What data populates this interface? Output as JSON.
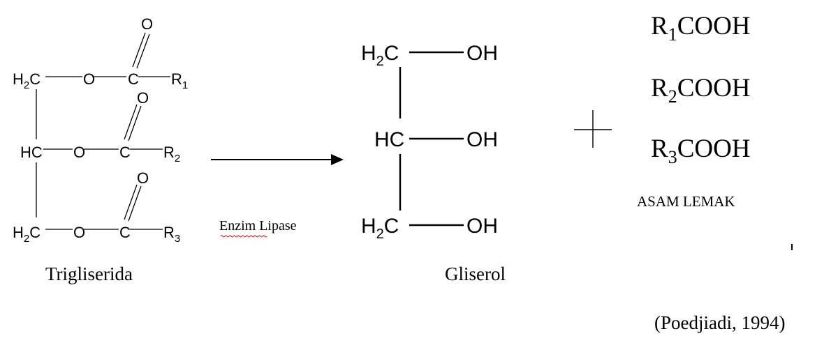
{
  "reactant": {
    "rows": [
      {
        "carbon": "H",
        "carbon_sub": "2",
        "carbon_tail": "C",
        "oxygen": "O",
        "carbonyl_c": "C",
        "carbonyl_o": "O",
        "r": "R",
        "r_sub": "1"
      },
      {
        "carbon": "HC",
        "carbon_sub": "",
        "carbon_tail": "",
        "oxygen": "O",
        "carbonyl_c": "C",
        "carbonyl_o": "O",
        "r": "R",
        "r_sub": "2"
      },
      {
        "carbon": "H",
        "carbon_sub": "2",
        "carbon_tail": "C",
        "oxygen": "O",
        "carbonyl_c": "C",
        "carbonyl_o": "O",
        "r": "R",
        "r_sub": "3"
      }
    ],
    "name": "Trigliserida"
  },
  "reaction": {
    "enzyme_label": "Enzim Lipase"
  },
  "glycerol": {
    "rows": [
      {
        "carbon": "H",
        "carbon_sub": "2",
        "carbon_tail": "C",
        "group": "OH"
      },
      {
        "carbon": "HC",
        "carbon_sub": "",
        "carbon_tail": "",
        "group": "OH"
      },
      {
        "carbon": "H",
        "carbon_sub": "2",
        "carbon_tail": "C",
        "group": "OH"
      }
    ],
    "name": "Gliserol"
  },
  "plus_sign": "+",
  "fatty_acids": {
    "items": [
      {
        "r": "R",
        "sub": "1",
        "tail": "COOH"
      },
      {
        "r": "R",
        "sub": "2",
        "tail": "COOH"
      },
      {
        "r": "R",
        "sub": "3",
        "tail": "COOH"
      }
    ],
    "label": "ASAM LEMAK"
  },
  "citation": "(Poedjiadi, 1994)",
  "colors": {
    "ink": "#000000",
    "spellcheck_underline": "#d00000"
  }
}
